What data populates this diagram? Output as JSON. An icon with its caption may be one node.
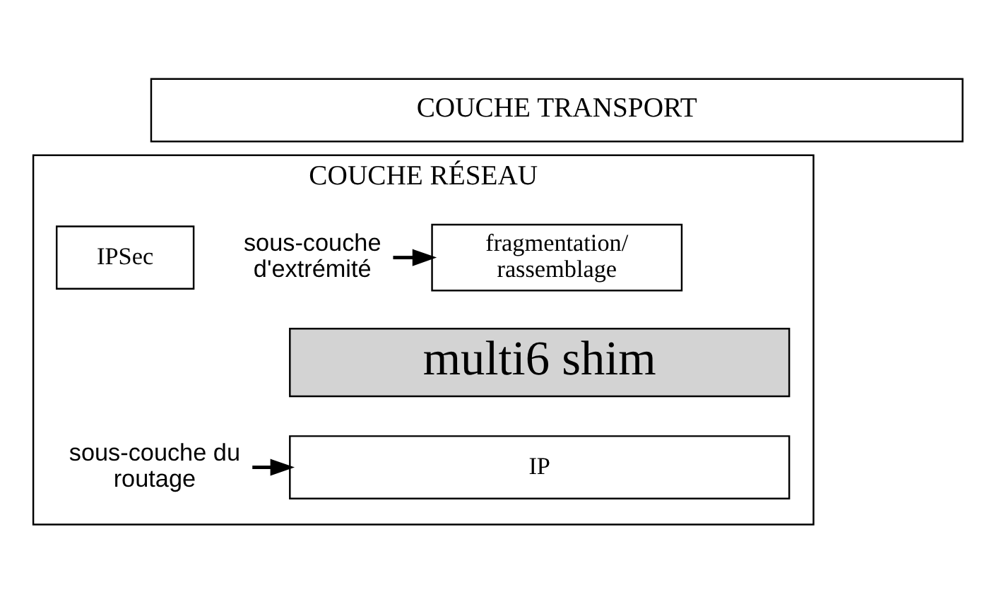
{
  "diagram": {
    "nodes": [
      {
        "text": [
          "COUCHE TRANSPORT"
        ]
      },
      {
        "text": [
          "COUCHE RÉSEAU"
        ]
      },
      {
        "text": [
          "sous-couche d'extrémité"
        ],
        "in": 1
      },
      {
        "text": [
          "fragmentation/ rassemblage"
        ],
        "in": 1
      },
      {
        "text": [
          "IPSec"
        ],
        "in": 1
      },
      {
        "text": [
          "multi6 shim"
        ],
        "in": 1
      },
      {
        "text": [
          "sous-couche du routage"
        ],
        "in": 1
      },
      {
        "text": [
          "IP"
        ],
        "in": 1
      }
    ],
    "edges": [
      {
        "from": 2,
        "to": 3,
        "arrow": "to"
      },
      {
        "from": 6,
        "to": 7,
        "arrow": "to"
      }
    ]
  }
}
